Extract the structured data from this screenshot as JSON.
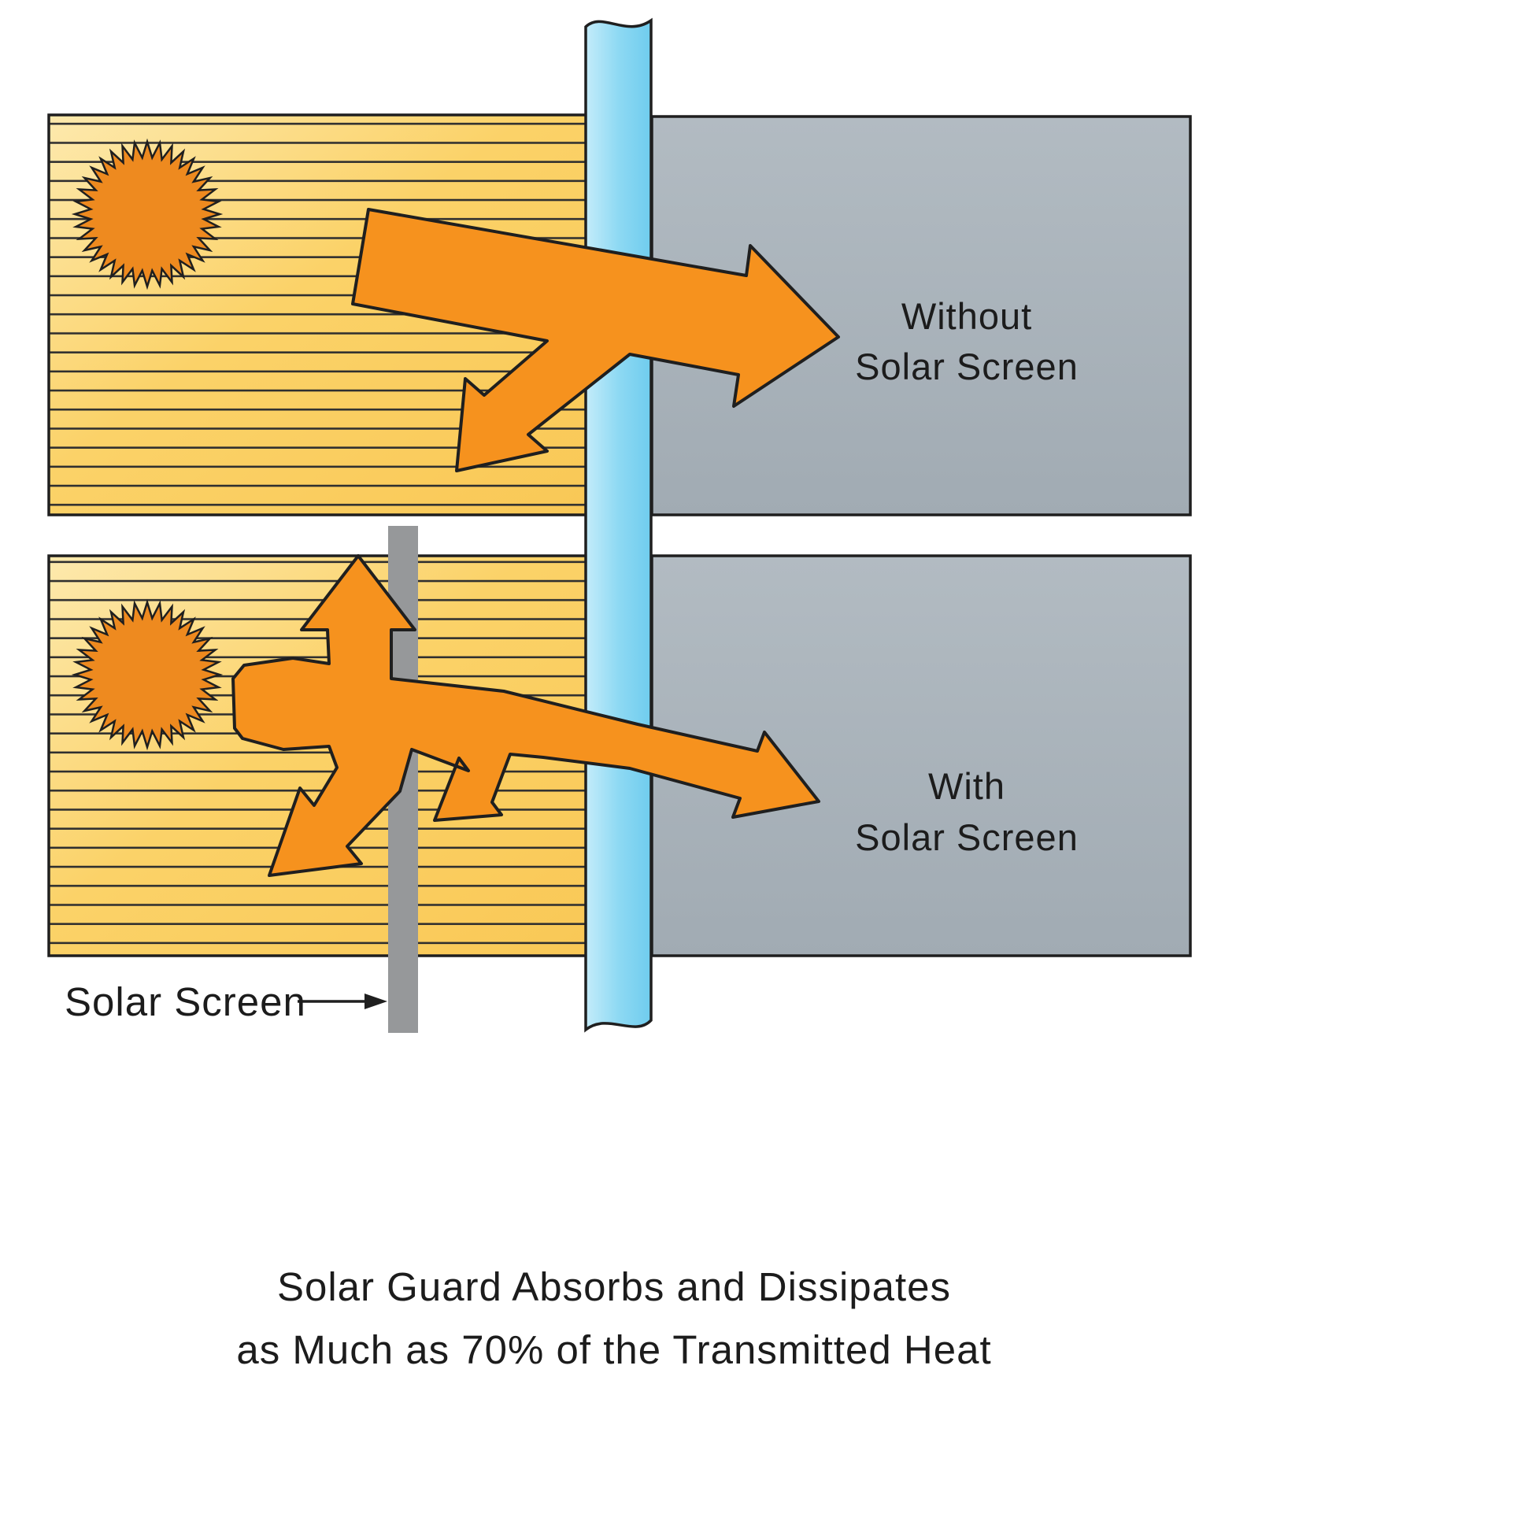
{
  "title": "Solar screen heat transmission diagram",
  "labels": {
    "without_panel": {
      "line1": "Without",
      "line2": "Solar Screen"
    },
    "with_panel": {
      "line1": "With",
      "line2": "Solar Screen"
    },
    "screen_pointer": "Solar Screen",
    "caption": {
      "line1": "Solar Guard Absorbs and Dissipates",
      "line2": "as Much as 70% of the Transmitted Heat"
    }
  },
  "icons": {
    "sun_top": "sun-icon",
    "sun_bottom": "sun-icon",
    "pointer": "right-arrow-icon"
  },
  "colors": {
    "background": "#ffffff",
    "panel_yellow": "#fbd268",
    "panel_yellow_light": "#fde9ad",
    "stripe_dark": "#2f2f2f",
    "panel_gray": "#a9b3ba",
    "arrow_orange": "#f6921e",
    "sun_orange": "#ee8a1f",
    "glass_blue": "#8ed9f3",
    "screen_gray": "#96989a",
    "outline": "#1f1f1f",
    "text": "#1c1c1c"
  }
}
